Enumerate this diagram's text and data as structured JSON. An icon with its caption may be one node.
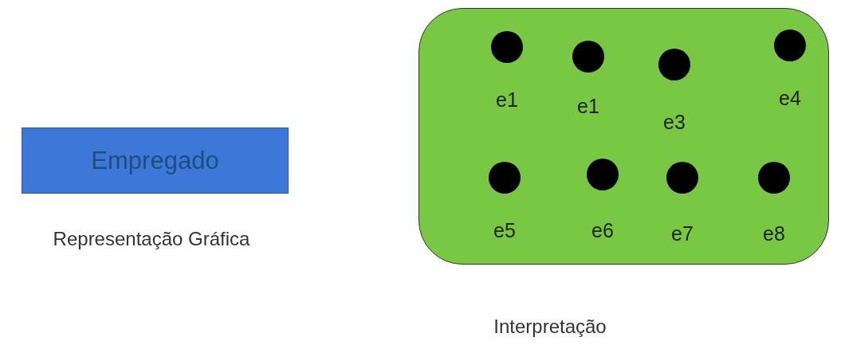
{
  "diagram": {
    "nodes": [
      {
        "text": [
          "Empregado"
        ],
        "beside": [
          "Representação Gráfica"
        ]
      },
      {
        "text": [],
        "shape": "box",
        "beside": [
          "Interpretação"
        ]
      },
      {
        "text": [
          "e1"
        ],
        "in": 1
      },
      {
        "text": [
          "e1"
        ],
        "in": 1
      },
      {
        "text": [
          "e3"
        ],
        "in": 1
      },
      {
        "text": [
          "e4"
        ],
        "in": 1
      },
      {
        "text": [
          "e5"
        ],
        "in": 1
      },
      {
        "text": [
          "e6"
        ],
        "in": 1
      },
      {
        "text": [
          "e7"
        ],
        "in": 1
      },
      {
        "text": [
          "e8"
        ],
        "in": 1
      }
    ]
  }
}
